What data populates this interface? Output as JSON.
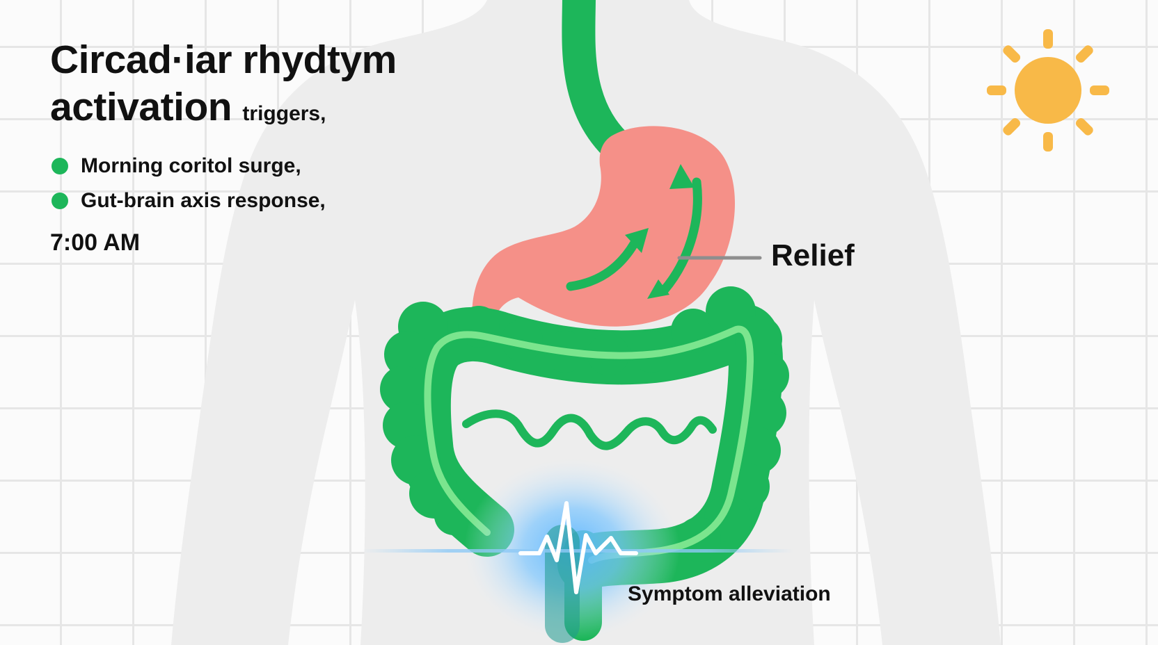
{
  "header": {
    "title_main": "Circad·iar rhydtym activation",
    "title_suffix": "triggers,",
    "bullets": [
      {
        "label": "Morning coritol surge,"
      },
      {
        "label": "Gut-brain axis response,"
      }
    ],
    "time_label": "7:00 AM"
  },
  "labels": {
    "relief": "Relief",
    "symptom": "Symptom alleviation"
  },
  "icons": {
    "sun": "sun-icon",
    "bullet": "bullet-dot-icon",
    "heartbeat": "heartbeat-line-icon"
  },
  "colors": {
    "esophagus_colon": "#1db65a",
    "colon_highlight": "#7be58e",
    "stomach": "#f59088",
    "sun": "#f8b948",
    "glow": "#57b4ff",
    "body": "#ececec"
  }
}
